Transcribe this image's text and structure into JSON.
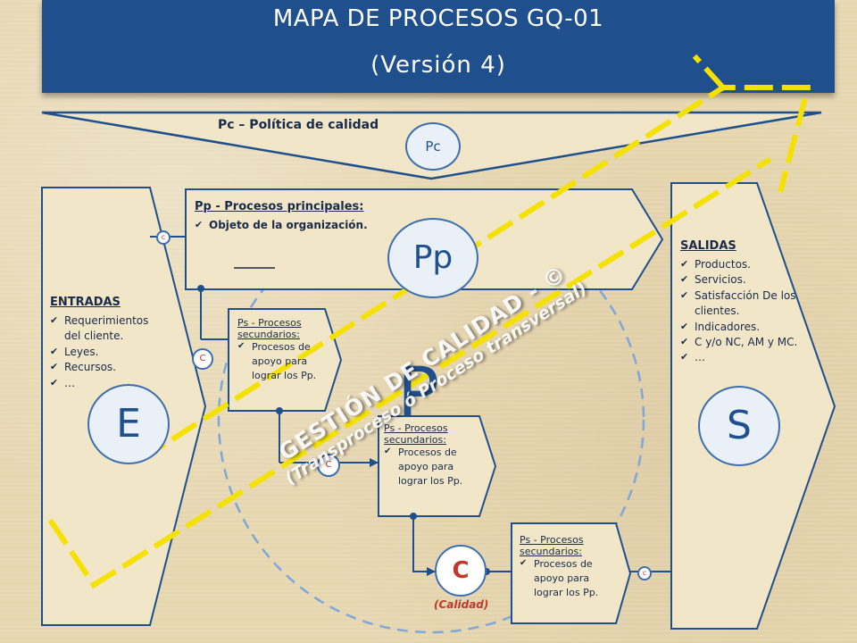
{
  "header": {
    "title": "MAPA DE PROCESOS  GQ-01",
    "version": "(Versión 4)"
  },
  "policy": {
    "label": "Pc – Política de calidad",
    "circle_label": "Pc"
  },
  "principal": {
    "title": "Pp - Procesos principales:",
    "items": [
      "Objeto de la organización."
    ],
    "big_label": "Pp"
  },
  "inputs": {
    "title": "ENTRADAS",
    "items": [
      "Requerimientos del cliente.",
      "Leyes.",
      "Recursos.",
      "…"
    ],
    "letter": "E"
  },
  "outputs": {
    "title": "SALIDAS",
    "items": [
      "Productos.",
      "Servicios.",
      "Satisfacción De los clientes.",
      "Indicadores.",
      "C y/o NC, AM y MC.",
      "…"
    ],
    "letter": "S"
  },
  "secondary": {
    "title_line1": "Ps - Procesos",
    "title_line2": "secundarios:",
    "item": "Procesos de apoyo para lograr los Pp."
  },
  "center_letter": "P",
  "quality": {
    "node_label": "C",
    "caption": "(Calidad)",
    "small_label": "C",
    "tiny_label": "c"
  },
  "diagonal": {
    "line1": "GESTIÓN DE CALIDAD - ©",
    "line2": "(Transproceso ó Proceso transversal)"
  },
  "colors": {
    "header_bg": "#1f4f8c",
    "accent_blue": "#3d6fb0",
    "dash_yellow": "#f5e100",
    "quality_red": "#c0392b"
  }
}
